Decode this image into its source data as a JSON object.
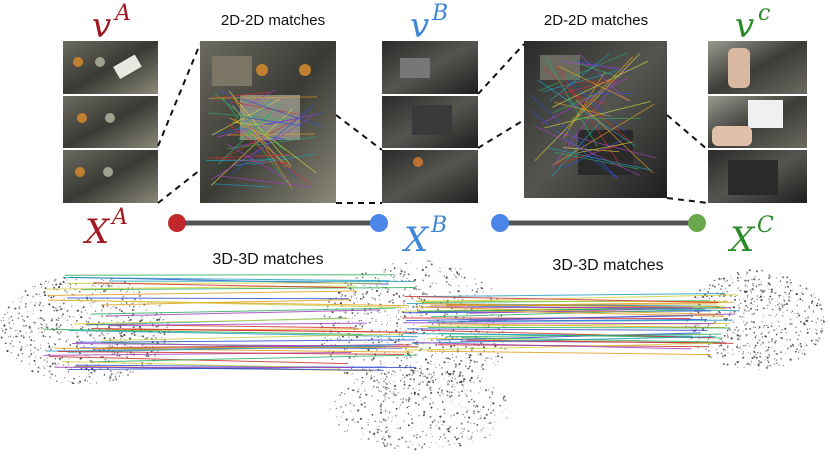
{
  "videos": [
    {
      "base": "v",
      "sup": "A",
      "color": "#a01820"
    },
    {
      "base": "v",
      "sup": "B",
      "color": "#3f86d6"
    },
    {
      "base": "v",
      "sup": "c",
      "color": "#2a8a2a"
    }
  ],
  "reconstructions": [
    {
      "base": "X",
      "sup": "A",
      "color": "#a01820"
    },
    {
      "base": "X",
      "sup": "B",
      "color": "#3f86d6"
    },
    {
      "base": "X",
      "sup": "C",
      "color": "#2a8a2a"
    }
  ],
  "labels": {
    "matches_2d_left": "2D-2D matches",
    "matches_2d_right": "2D-2D matches",
    "matches_3d_left": "3D-3D matches",
    "matches_3d_right": "3D-3D matches"
  },
  "node_colors": {
    "A": "#c0282c",
    "B": "#4a86e8",
    "C": "#6aa84f"
  },
  "edge_color": "#555555",
  "match_line_colors": [
    "#d03030",
    "#3050d0",
    "#e0a020",
    "#30b060",
    "#a040c0",
    "#20a0c0",
    "#d0d040"
  ]
}
